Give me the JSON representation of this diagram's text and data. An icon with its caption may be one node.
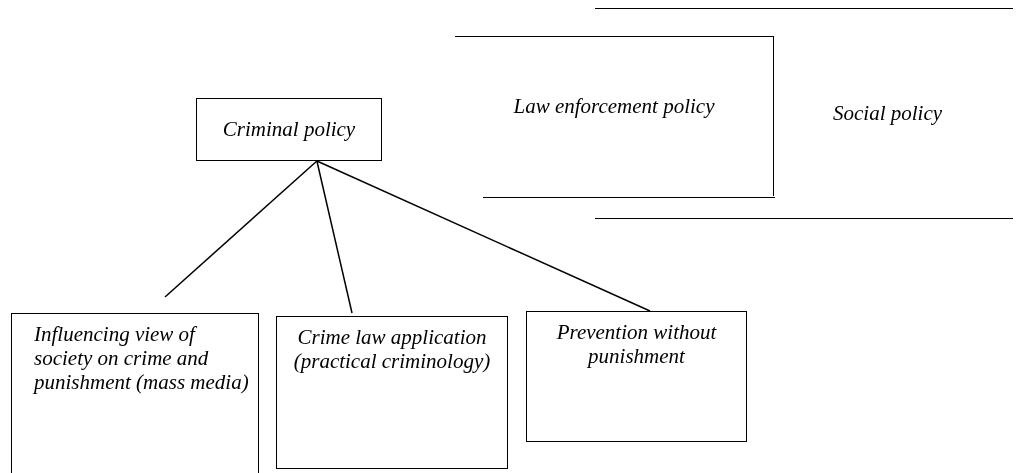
{
  "diagram": {
    "nodes": [
      {
        "text": [
          "Criminal policy"
        ]
      },
      {
        "text": [
          "Law enforcement policy"
        ]
      },
      {
        "text": [
          "Social policy"
        ]
      },
      {
        "text": [
          "Influencing view of society on crime and punishment (mass media)"
        ]
      },
      {
        "text": [
          "Crime law application (practical criminology)"
        ]
      },
      {
        "text": [
          "Prevention without punishment"
        ]
      }
    ],
    "edges": [
      {
        "from": 0,
        "to": 3,
        "arrow": "none"
      },
      {
        "from": 0,
        "to": 4,
        "arrow": "none"
      },
      {
        "from": 0,
        "to": 5,
        "arrow": "none"
      }
    ]
  }
}
